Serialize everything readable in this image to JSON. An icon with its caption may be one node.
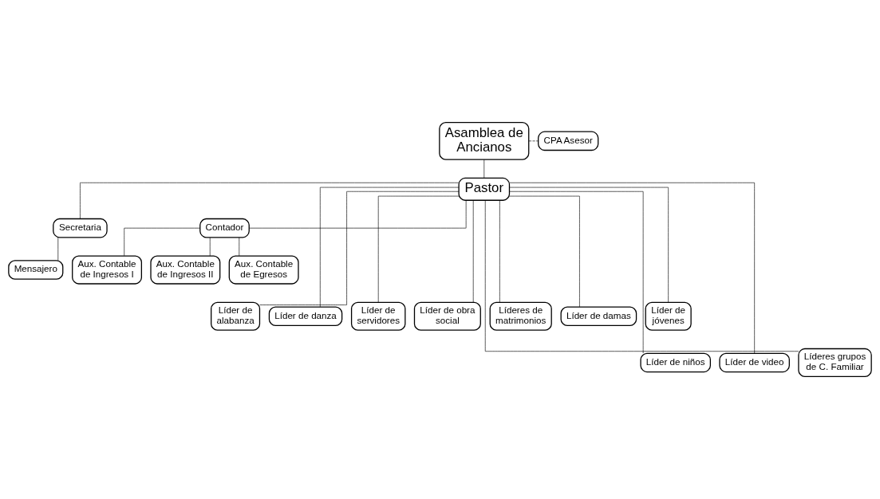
{
  "diagram": {
    "nodes": [
      {
        "text": [
          "Asamblea de Ancianos"
        ]
      },
      {
        "text": [
          "CPA Asesor"
        ]
      },
      {
        "text": [
          "Pastor"
        ]
      },
      {
        "text": [
          "Secretaria"
        ]
      },
      {
        "text": [
          "Contador"
        ]
      },
      {
        "text": [
          "Mensajero"
        ]
      },
      {
        "text": [
          "Aux. Contable de Ingresos I"
        ]
      },
      {
        "text": [
          "Aux. Contable de Ingresos II"
        ]
      },
      {
        "text": [
          "Aux. Contable de Egresos"
        ]
      },
      {
        "text": [
          "Líder de alabanza"
        ]
      },
      {
        "text": [
          "Líder de danza"
        ]
      },
      {
        "text": [
          "Líder de servidores"
        ]
      },
      {
        "text": [
          "Líder de obra social"
        ]
      },
      {
        "text": [
          "Líderes de matrimonios"
        ]
      },
      {
        "text": [
          "Líder de damas"
        ]
      },
      {
        "text": [
          "Líder de jóvenes"
        ]
      },
      {
        "text": [
          "Líder de niños"
        ]
      },
      {
        "text": [
          "Líder de video"
        ]
      },
      {
        "text": [
          "Líderes grupos de C. Familiar"
        ]
      }
    ],
    "edges": [
      {
        "from": 0,
        "to": 2,
        "arrow": "none"
      },
      {
        "from": 0,
        "to": 1,
        "arrow": "none",
        "style": "dashed"
      },
      {
        "from": 2,
        "to": 3,
        "arrow": "none"
      },
      {
        "from": 2,
        "to": 4,
        "arrow": "none"
      },
      {
        "from": 3,
        "to": 5,
        "arrow": "none"
      },
      {
        "from": 4,
        "to": 6,
        "arrow": "none"
      },
      {
        "from": 4,
        "to": 7,
        "arrow": "none"
      },
      {
        "from": 4,
        "to": 8,
        "arrow": "none"
      },
      {
        "from": 2,
        "to": 9,
        "arrow": "none"
      },
      {
        "from": 2,
        "to": 10,
        "arrow": "none"
      },
      {
        "from": 2,
        "to": 11,
        "arrow": "none"
      },
      {
        "from": 2,
        "to": 16,
        "arrow": "none"
      },
      {
        "from": 2,
        "to": 17,
        "arrow": "none"
      },
      {
        "from": 2,
        "to": 12,
        "arrow": "none"
      },
      {
        "from": 2,
        "to": 13,
        "arrow": "none"
      },
      {
        "from": 2,
        "to": 18,
        "arrow": "none"
      },
      {
        "from": 2,
        "to": 14,
        "arrow": "none"
      },
      {
        "from": 2,
        "to": 15,
        "arrow": "none"
      }
    ]
  }
}
